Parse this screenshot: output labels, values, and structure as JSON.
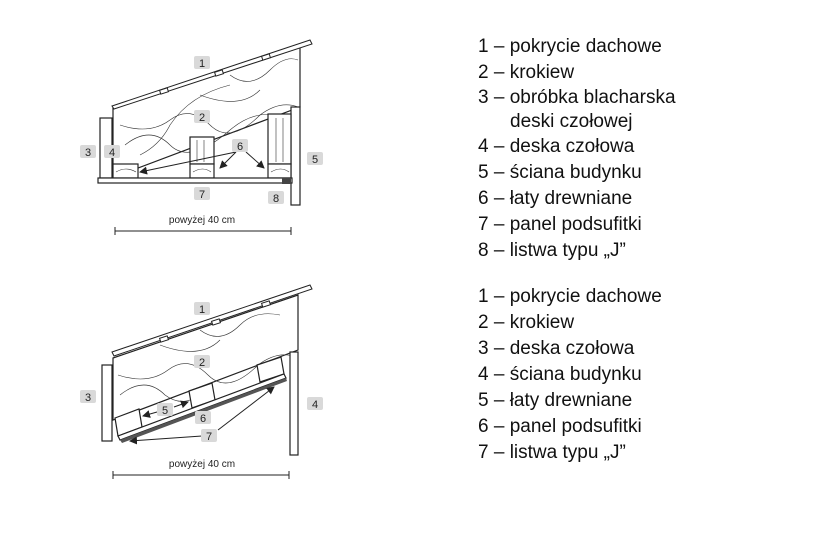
{
  "diagram_top": {
    "tags": [
      "1",
      "2",
      "3",
      "4",
      "5",
      "6",
      "7",
      "8"
    ],
    "dimension_label": "powyżej 40 cm"
  },
  "diagram_bottom": {
    "tags": [
      "1",
      "2",
      "3",
      "4",
      "5",
      "6",
      "7"
    ],
    "dimension_label": "powyżej 40 cm"
  },
  "legend_top": [
    "1 – pokrycie dachowe",
    "2 – krokiew",
    "3 – obróbka blacharska",
    "deski czołowej",
    "4 – deska czołowa",
    "5 – ściana budynku",
    "6 – łaty drewniane",
    "7 – panel podsufitki",
    "8 – listwa typu „J”"
  ],
  "legend_bottom": [
    "1 – pokrycie dachowe",
    "2 – krokiew",
    "3 – deska czołowa",
    "4 – ściana budynku",
    "5 – łaty drewniane",
    "6 – panel podsufitki",
    "7 – listwa typu „J”"
  ],
  "colors": {
    "tag_bg": "#d9d9d9",
    "line": "#222222"
  }
}
